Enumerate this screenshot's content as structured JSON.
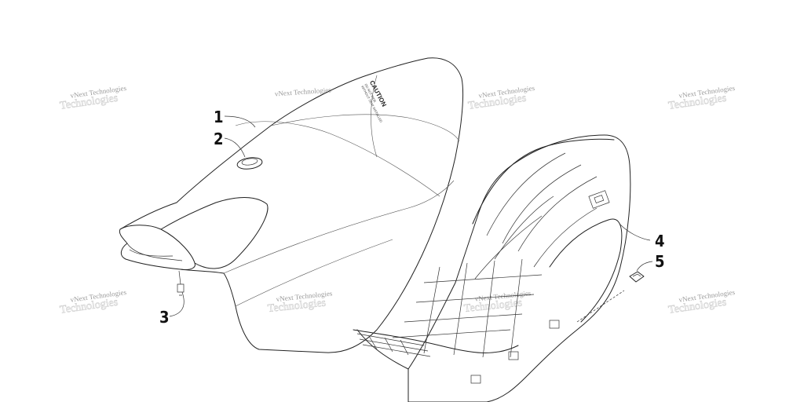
{
  "callouts": [
    {
      "id": "callout-1",
      "label": "1"
    },
    {
      "id": "callout-2",
      "label": "2"
    },
    {
      "id": "callout-3",
      "label": "3"
    },
    {
      "id": "callout-4",
      "label": "4"
    },
    {
      "id": "callout-5",
      "label": "5"
    }
  ],
  "seat_label": {
    "caution": "CAUTION",
    "fine_print_1": "DO NOT RIDE",
    "fine_print_2": "WITHOUT SEAT INSTALLED"
  },
  "watermark": {
    "line1": "vNext Technologies",
    "line2": "Technologies"
  },
  "colors": {
    "line": "#222222",
    "background": "#ffffff",
    "watermark": "#9a9a9a"
  }
}
